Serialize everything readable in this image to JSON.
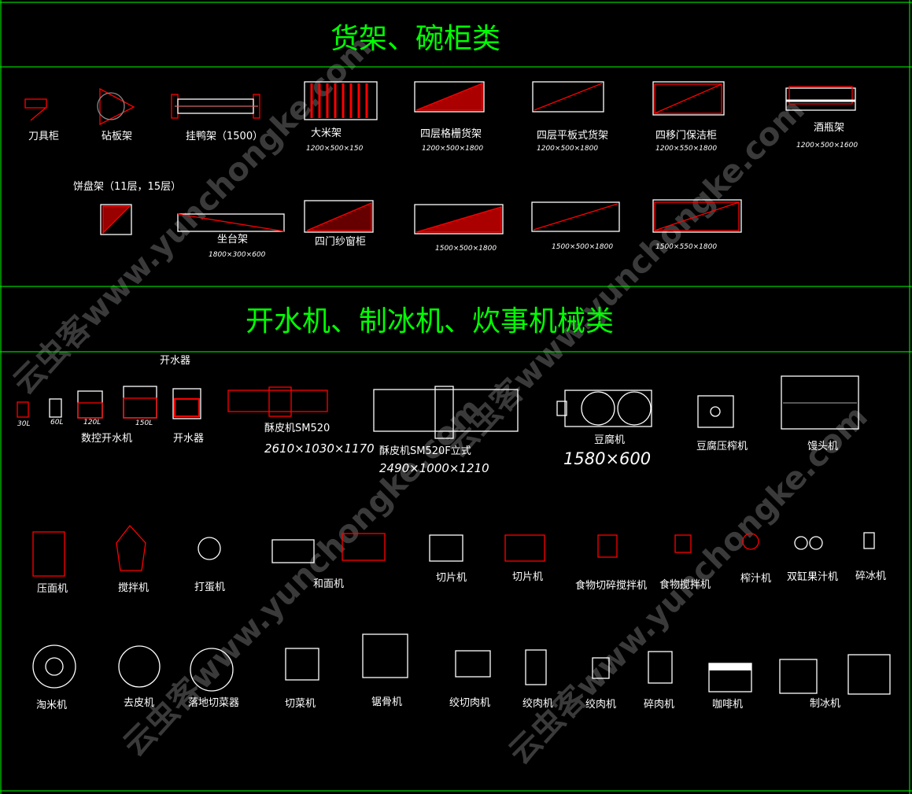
{
  "watermark": "云虫客www.yunchongke.com",
  "sections": [
    {
      "title": "货架、碗柜类"
    },
    {
      "title": "开水机、制冰机、炊事机械类"
    }
  ],
  "shelves": {
    "knife": "刀具柜",
    "board": "砧板架",
    "duck": "挂鸭架（1500）",
    "rice": "大米架",
    "rice_dim": "1200×500×150",
    "grid4": "四层格栅货架",
    "grid4_dim": "1200×500×1800",
    "flat4": "四层平板式货架",
    "flat4_dim": "1200×500×1800",
    "door4": "四移门保洁柜",
    "door4_dim": "1200×550×1800",
    "wine": "酒瓶架",
    "wine_dim": "1200×500×1600",
    "plate": "饼盘架（11层，15层）",
    "seat": "坐台架",
    "seat_dim": "1800×300×600",
    "screen": "四门纱窗柜",
    "grid4b_dim": "1500×500×1800",
    "flat4b_dim": "1500×500×1800",
    "door4b_dim": "1500×550×1800"
  },
  "machines": {
    "boiler_top": "开水器",
    "cap30": "30L",
    "cap60": "60L",
    "cap120": "120L",
    "cap150": "150L",
    "cnc": "数控开水机",
    "boiler": "开水器",
    "sheeter": "酥皮机SM520",
    "sheeter_dim": "2610×1030×1170",
    "sheeter2": "酥皮机SM520F立式",
    "sheeter2_dim": "2490×1000×1210",
    "tofu": "豆腐机",
    "tofu_dim": "1580×600",
    "tofu_press": "豆腐压榨机",
    "bun": "馒头机",
    "row3": [
      "压面机",
      "搅拌机",
      "打蛋机",
      "和面机",
      "切片机",
      "切片机",
      "食物切碎搅拌机",
      "食物搅拌机",
      "榨汁机",
      "双缸果汁机",
      "碎冰机"
    ],
    "row4": [
      "淘米机",
      "去皮机",
      "落地切菜器",
      "切菜机",
      "锯骨机",
      "绞切肉机",
      "绞肉机",
      "绞肉机",
      "碎肉机",
      "咖啡机",
      "制冰机"
    ]
  }
}
